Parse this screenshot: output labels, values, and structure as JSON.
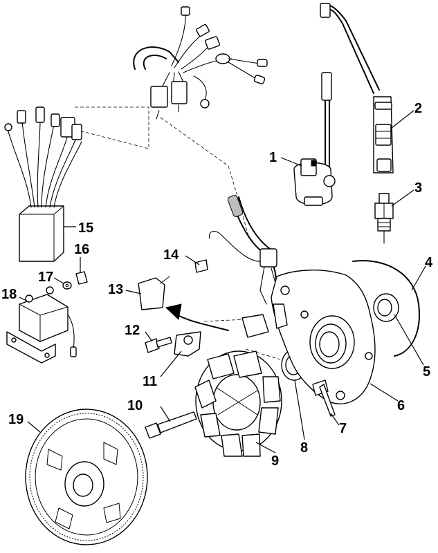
{
  "callouts": [
    {
      "id": "c1",
      "number": "1"
    },
    {
      "id": "c2",
      "number": "2"
    },
    {
      "id": "c3",
      "number": "3"
    },
    {
      "id": "c4",
      "number": "4"
    },
    {
      "id": "c5",
      "number": "5"
    },
    {
      "id": "c6",
      "number": "6"
    },
    {
      "id": "c7",
      "number": "7"
    },
    {
      "id": "c8",
      "number": "8"
    },
    {
      "id": "c9",
      "number": "9"
    },
    {
      "id": "c10",
      "number": "10"
    },
    {
      "id": "c11",
      "number": "11"
    },
    {
      "id": "c12",
      "number": "12"
    },
    {
      "id": "c13",
      "number": "13"
    },
    {
      "id": "c14",
      "number": "14"
    },
    {
      "id": "c15",
      "number": "15"
    },
    {
      "id": "c16",
      "number": "16"
    },
    {
      "id": "c17",
      "number": "17"
    },
    {
      "id": "c18",
      "number": "18"
    },
    {
      "id": "c19",
      "number": "19"
    }
  ]
}
